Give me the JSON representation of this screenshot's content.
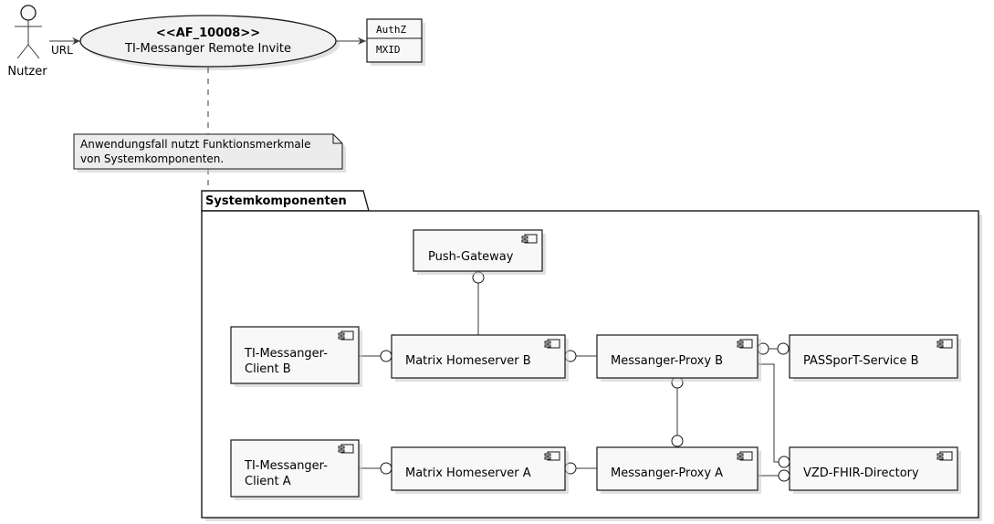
{
  "actor": {
    "label": "Nutzer",
    "edge_label": "URL"
  },
  "usecase": {
    "stereotype": "<<AF_10008>>",
    "title": "TI-Messanger Remote Invite"
  },
  "feature_box": {
    "items": [
      "AuthZ",
      "MXID"
    ]
  },
  "note": {
    "lines": [
      "Anwendungsfall nutzt Funktionsmerkmale",
      "von Systemkomponenten."
    ]
  },
  "package": {
    "title": "Systemkomponenten"
  },
  "components": {
    "push_gateway": "Push-Gateway",
    "client_b": [
      "TI-Messanger-",
      "Client B"
    ],
    "homeserver_b": "Matrix Homeserver B",
    "proxy_b": "Messanger-Proxy B",
    "passport_b": "PASSporT-Service B",
    "client_a": [
      "TI-Messanger-",
      "Client A"
    ],
    "homeserver_a": "Matrix Homeserver A",
    "proxy_a": "Messanger-Proxy A",
    "vzd": "VZD-FHIR-Directory"
  }
}
